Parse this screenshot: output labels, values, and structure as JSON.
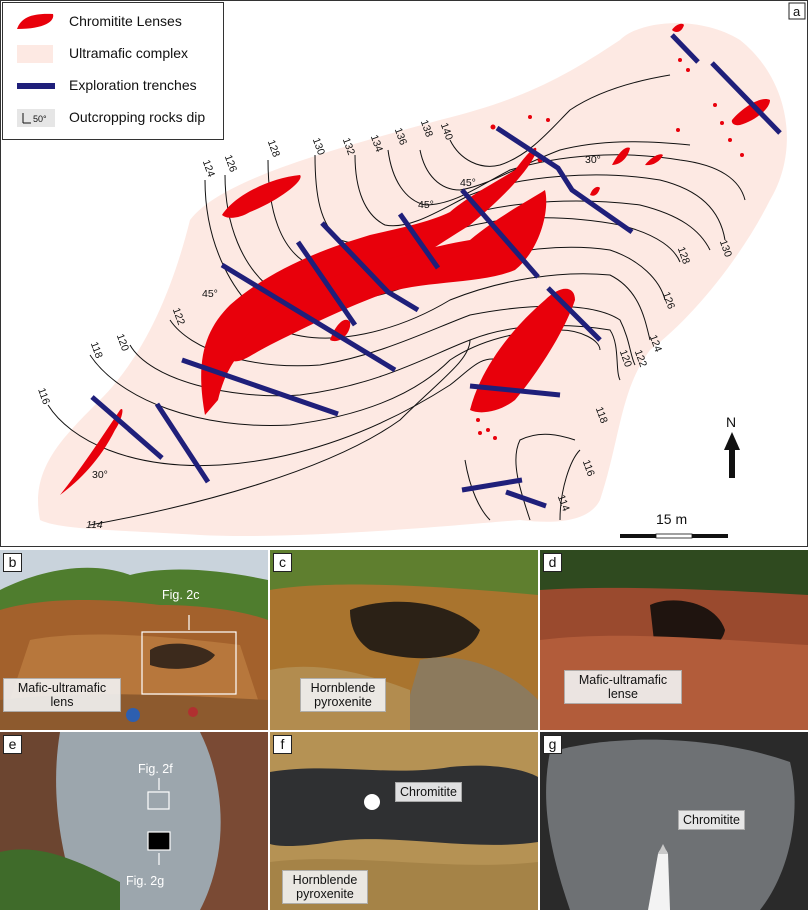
{
  "panel_labels": {
    "a": "a",
    "b": "b",
    "c": "c",
    "d": "d",
    "e": "e",
    "f": "f",
    "g": "g"
  },
  "legend": [
    {
      "label": "Chromitite Lenses",
      "symbol": "red-lens",
      "color": "#e8000b"
    },
    {
      "label": "Ultramafic complex",
      "symbol": "pink-fill",
      "color": "#fde9e3"
    },
    {
      "label": "Exploration trenches",
      "symbol": "blue-bar",
      "color": "#1f1f7a"
    },
    {
      "label": "Outcropping rocks dip",
      "symbol": "dip-symbol",
      "symbol_text": "50°"
    }
  ],
  "contour_labels": [
    "114",
    "116",
    "118",
    "120",
    "122",
    "124",
    "126",
    "128",
    "130",
    "132",
    "134",
    "136",
    "138",
    "140",
    "114",
    "116",
    "118",
    "120",
    "122",
    "124",
    "126",
    "128",
    "130"
  ],
  "dip_labels": [
    "45°",
    "45°",
    "45°",
    "30°",
    "30°"
  ],
  "north_arrow": "N",
  "scale_bar": "15 m",
  "photos": {
    "b": {
      "labels": [
        "Fig. 2c",
        "Mafic-ultramafic lens"
      ]
    },
    "c": {
      "labels": [
        "Hornblende pyroxenite"
      ]
    },
    "d": {
      "labels": [
        "Mafic-ultramafic lense"
      ]
    },
    "e": {
      "labels": [
        "Fig. 2f",
        "Fig. 2g"
      ]
    },
    "f": {
      "labels": [
        "Chromitite",
        "Hornblende pyroxenite"
      ]
    },
    "g": {
      "labels": [
        "Chromitite"
      ]
    }
  }
}
